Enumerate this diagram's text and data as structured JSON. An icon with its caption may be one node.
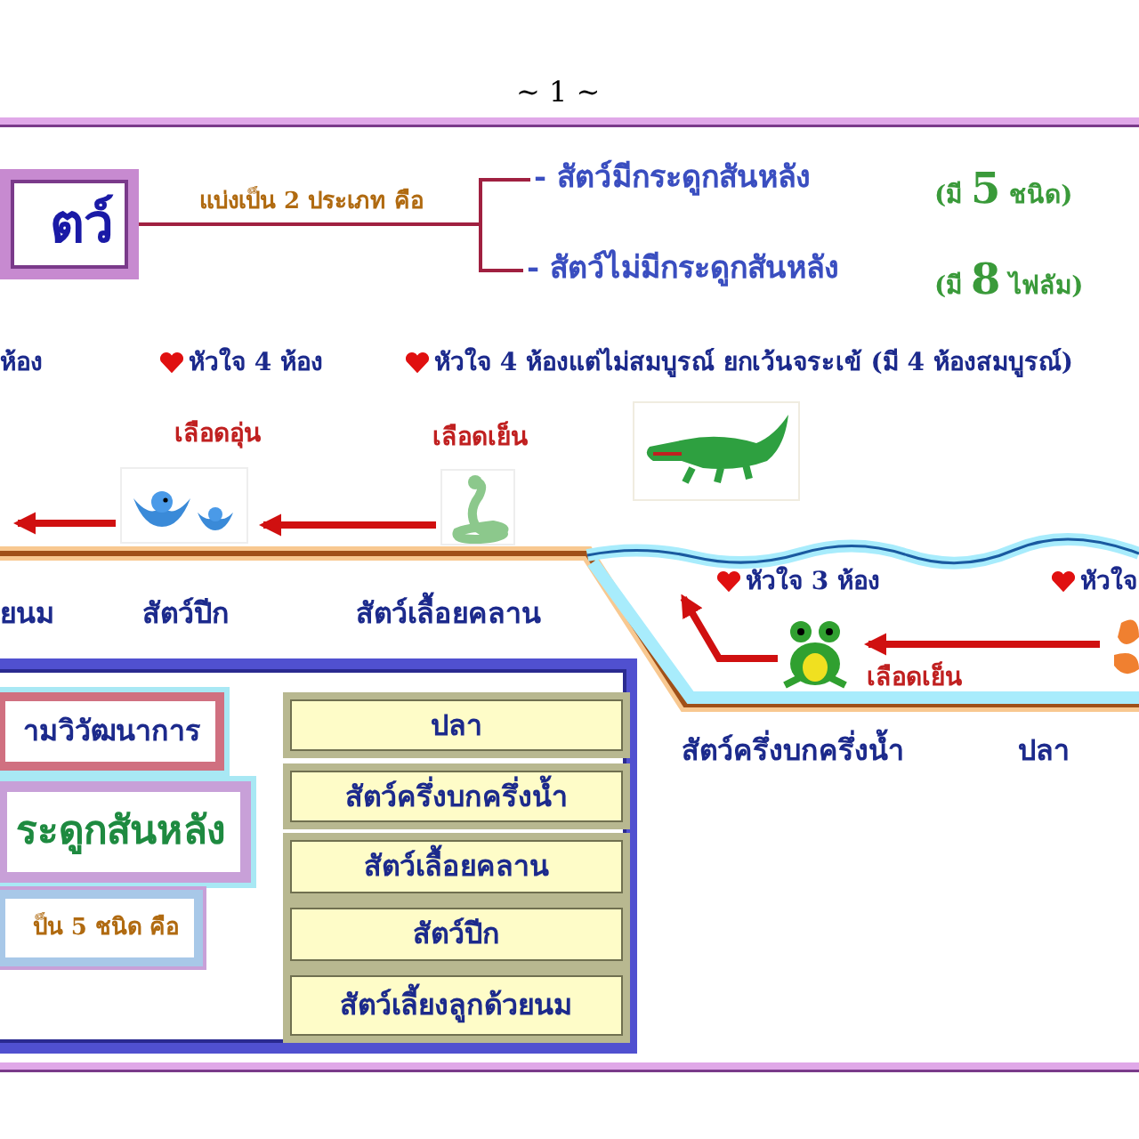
{
  "diagram": {
    "nodes": [
      {
        "text": [
          "ตว์"
        ]
      },
      {
        "text": [
          "- สัตว์มีกระดูกสันหลัง"
        ],
        "beside": [
          "(มี **5** ชนิด)"
        ]
      },
      {
        "text": [
          "- สัตว์ไม่มีกระดูกสันหลัง"
        ],
        "beside": [
          "(มี **8** ไฟลัม)"
        ]
      },
      {
        "text": [],
        "shape": "picture"
      },
      {
        "text": [],
        "shape": "picture"
      },
      {
        "text": [],
        "shape": "picture"
      },
      {
        "text": [],
        "shape": "picture"
      },
      {
        "text": [],
        "shape": "picture"
      },
      {
        "text": [],
        "shape": "box"
      },
      {
        "text": [
          "ามวิวัฒนาการ"
        ],
        "in": 8
      },
      {
        "text": [
          "ระดูกสันหลัง"
        ],
        "in": 8
      },
      {
        "text": [
          "ป็น 5 ชนิด คือ"
        ],
        "in": 8
      },
      {
        "text": [
          "ปลา"
        ],
        "in": 8
      },
      {
        "text": [
          "สัตว์ครึ่งบกครึ่งน้ำ"
        ],
        "in": 8
      },
      {
        "text": [
          "สัตว์เลื้อยคลาน"
        ],
        "in": 8
      },
      {
        "text": [
          "สัตว์ปีก"
        ],
        "in": 8
      },
      {
        "text": [
          "สัตว์เลี้ยงลูกด้วยนม"
        ],
        "in": 8
      }
    ],
    "edges": [
      {
        "from": 0,
        "to": 1,
        "arrow": "none",
        "label": "แบ่งเป็น 2 ประเภท คือ"
      },
      {
        "from": 0,
        "to": 2,
        "arrow": "none"
      },
      {
        "from": 3,
        "to": null,
        "arrow": "to"
      },
      {
        "from": 4,
        "to": 3,
        "arrow": "to"
      },
      {
        "from": 6,
        "to": null,
        "arrow": "to"
      },
      {
        "from": 7,
        "to": 6,
        "arrow": "to"
      }
    ],
    "labels": [
      "~ 1 ~",
      "ห้อง",
      "หัวใจ 4 ห้อง",
      "หัวใจ 4 ห้องแต่ไม่สมบูรณ์ ยกเว้นจระเข้ (มี 4 ห้องสมบูรณ์)",
      "เลือดอุ่น",
      "เลือดเย็น",
      "หัวใจ 3 ห้อง",
      "หัวใจ",
      "ยนม",
      "สัตว์ปีก",
      "สัตว์เลื้อยคลาน",
      "เลือดเย็น",
      "สัตว์ครึ่งบกครึ่งน้ำ",
      "ปลา"
    ]
  }
}
